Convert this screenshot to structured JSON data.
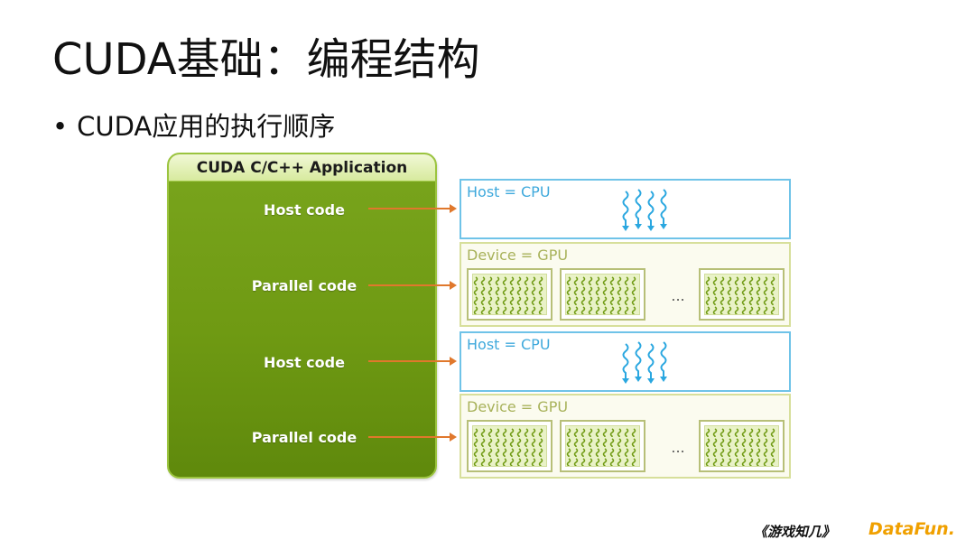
{
  "slide": {
    "title": "CUDA基础：编程结构",
    "bullet": "CUDA应用的执行顺序",
    "bullet_marker": "•"
  },
  "application": {
    "header": "CUDA C/C++ Application",
    "steps": [
      {
        "label": "Host code"
      },
      {
        "label": "Parallel code"
      },
      {
        "label": "Host code"
      },
      {
        "label": "Parallel code"
      }
    ]
  },
  "targets": {
    "host_label": "Host = CPU",
    "device_label": "Device = GPU",
    "ellipsis": "..."
  },
  "logos": {
    "left": "《游戏知几》",
    "right": "DataFun."
  },
  "colors": {
    "app_green": "#6f9a13",
    "arrow_orange": "#e0782c",
    "host_blue": "#3fa9dc",
    "device_olive": "#a8b25a",
    "brand_orange": "#f0a000"
  }
}
